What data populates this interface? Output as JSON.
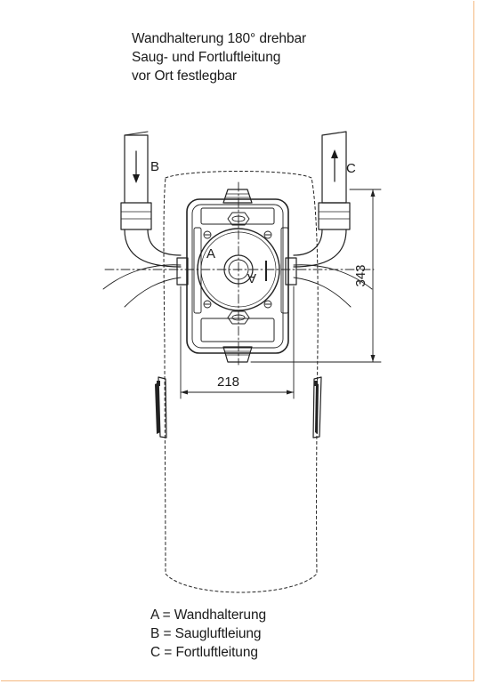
{
  "heading": {
    "line1": "Wandhalterung 180° drehbar",
    "line2": "Saug- und Fortluftleitung",
    "line3": "vor Ort festlegbar"
  },
  "labels": {
    "b": "B",
    "c": "C",
    "a_front": "A",
    "a_rotated": "A"
  },
  "dimensions": {
    "width": "218",
    "height": "343"
  },
  "legend": {
    "a": "A = Wandhalterung",
    "b": "B = Saugluftleiung",
    "c": "C = Fortluftleitung"
  },
  "colors": {
    "line": "#222222",
    "frame": "#f5b880",
    "arrow": "#1a1a1a"
  }
}
